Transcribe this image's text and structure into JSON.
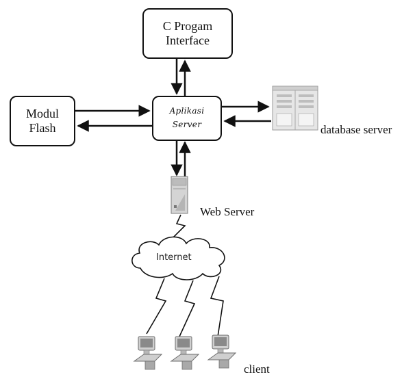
{
  "nodes": {
    "c_program": {
      "line1": "C Progam",
      "line2": "Interface"
    },
    "modul_flash": {
      "line1": "Modul",
      "line2": "Flash"
    },
    "aplikasi_server": {
      "line1": "Aplikasi",
      "line2": "Server"
    }
  },
  "labels": {
    "database_server": "database server",
    "web_server": "Web Server",
    "internet": "Internet",
    "client": "client"
  },
  "colors": {
    "line": "#111111",
    "icon_fill": "#d9d9d9",
    "icon_stroke": "#8a8a8a"
  },
  "icons": [
    "database-server-icon",
    "web-server-icon",
    "internet-cloud-icon",
    "client-computer-icon"
  ]
}
